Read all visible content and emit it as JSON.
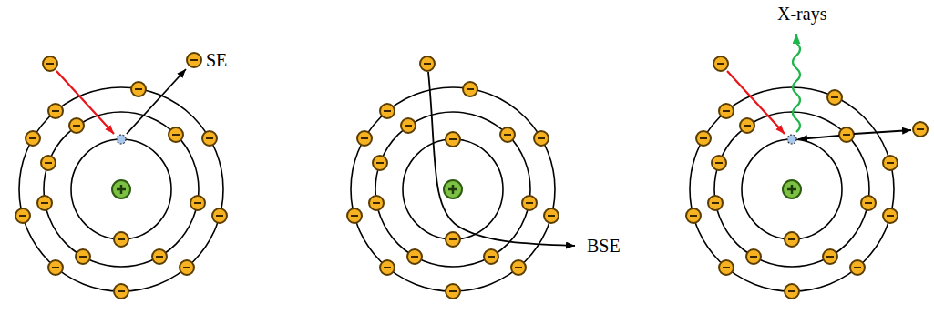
{
  "diagram": {
    "labels": [
      "SE",
      "BSE",
      "X-rays"
    ]
  }
}
